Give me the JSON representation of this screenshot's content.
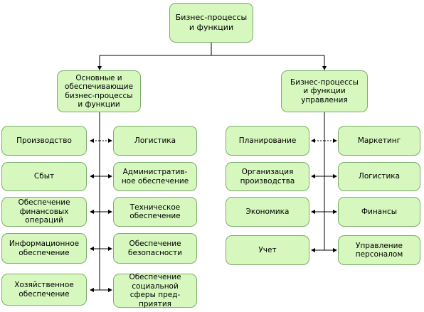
{
  "root": {
    "label": "Бизнес-процессы\nи функции"
  },
  "left": {
    "title": "Основные и\nобеспечивающие\nбизнес-процессы\nи функции",
    "col1": [
      "Производство",
      "Сбыт",
      "Обеспечение\nфинансовых\nопераций",
      "Информационное\nобеспечение",
      "Хозяйственное\nобеспечение"
    ],
    "col2": [
      "Логистика",
      "Административ-\nное обеспечение",
      "Техническое\nобеспечение",
      "Обеспечение\nбезопасности",
      "Обеспечение\nсоциальной\nсферы пред-\nприятия"
    ]
  },
  "right": {
    "title": "Бизнес-процессы\nи функции\nуправления",
    "col1": [
      "Планирование",
      "Организация\nпроизводства",
      "Экономика",
      "Учет"
    ],
    "col2": [
      "Маркетинг",
      "Логистика",
      "Финансы",
      "Управление\nперсоналом"
    ]
  },
  "colors": {
    "box_fill": "#d6f7bd",
    "box_border": "#7cad6d",
    "line": "#000000"
  }
}
